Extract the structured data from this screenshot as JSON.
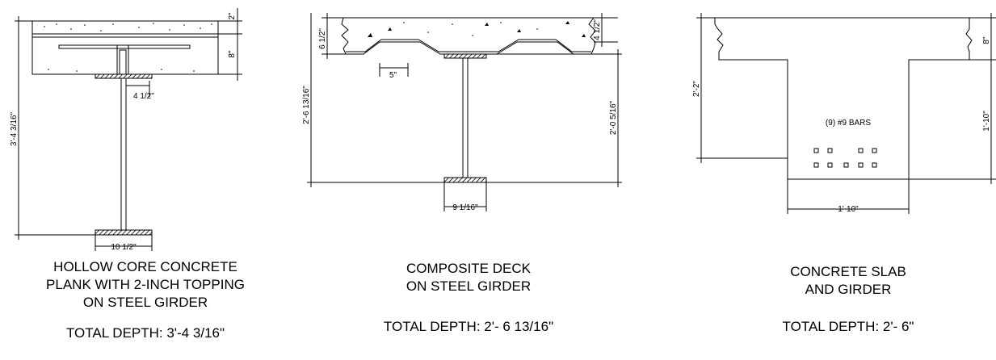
{
  "colors": {
    "ink": "#000000",
    "paper": "#ffffff",
    "hatch": "#000000"
  },
  "sections": [
    {
      "title_lines": [
        "HOLLOW CORE CONCRETE",
        "PLANK WITH 2-INCH TOPPING",
        "ON STEEL GIRDER"
      ],
      "total_depth": "TOTAL DEPTH: 3'-4 3/16\"",
      "dims": {
        "topping": "2\"",
        "plank": "8\"",
        "web_offset": "4 1/2\"",
        "overall": "3'-4 3/16\"",
        "flange": "10 1/2\""
      }
    },
    {
      "title_lines": [
        "COMPOSITE DECK",
        "ON STEEL GIRDER"
      ],
      "total_depth": "TOTAL DEPTH: 2'- 6 13/16\"",
      "dims": {
        "deck_left": "6 1/2\"",
        "deck_right": "4 1/2\"",
        "rib": "5\"",
        "overall": "2'-6 13/16\"",
        "girder": "2'-0 5/16\"",
        "flange": "9 1/16\""
      }
    },
    {
      "title_lines": [
        "CONCRETE SLAB",
        "AND GIRDER"
      ],
      "total_depth": "TOTAL DEPTH: 2'- 6\"",
      "dims": {
        "bars": "(9) #9 BARS",
        "overall": "2'-2\"",
        "slab": "8\"",
        "stem": "1'-10\"",
        "width": "1'-10\""
      }
    }
  ]
}
